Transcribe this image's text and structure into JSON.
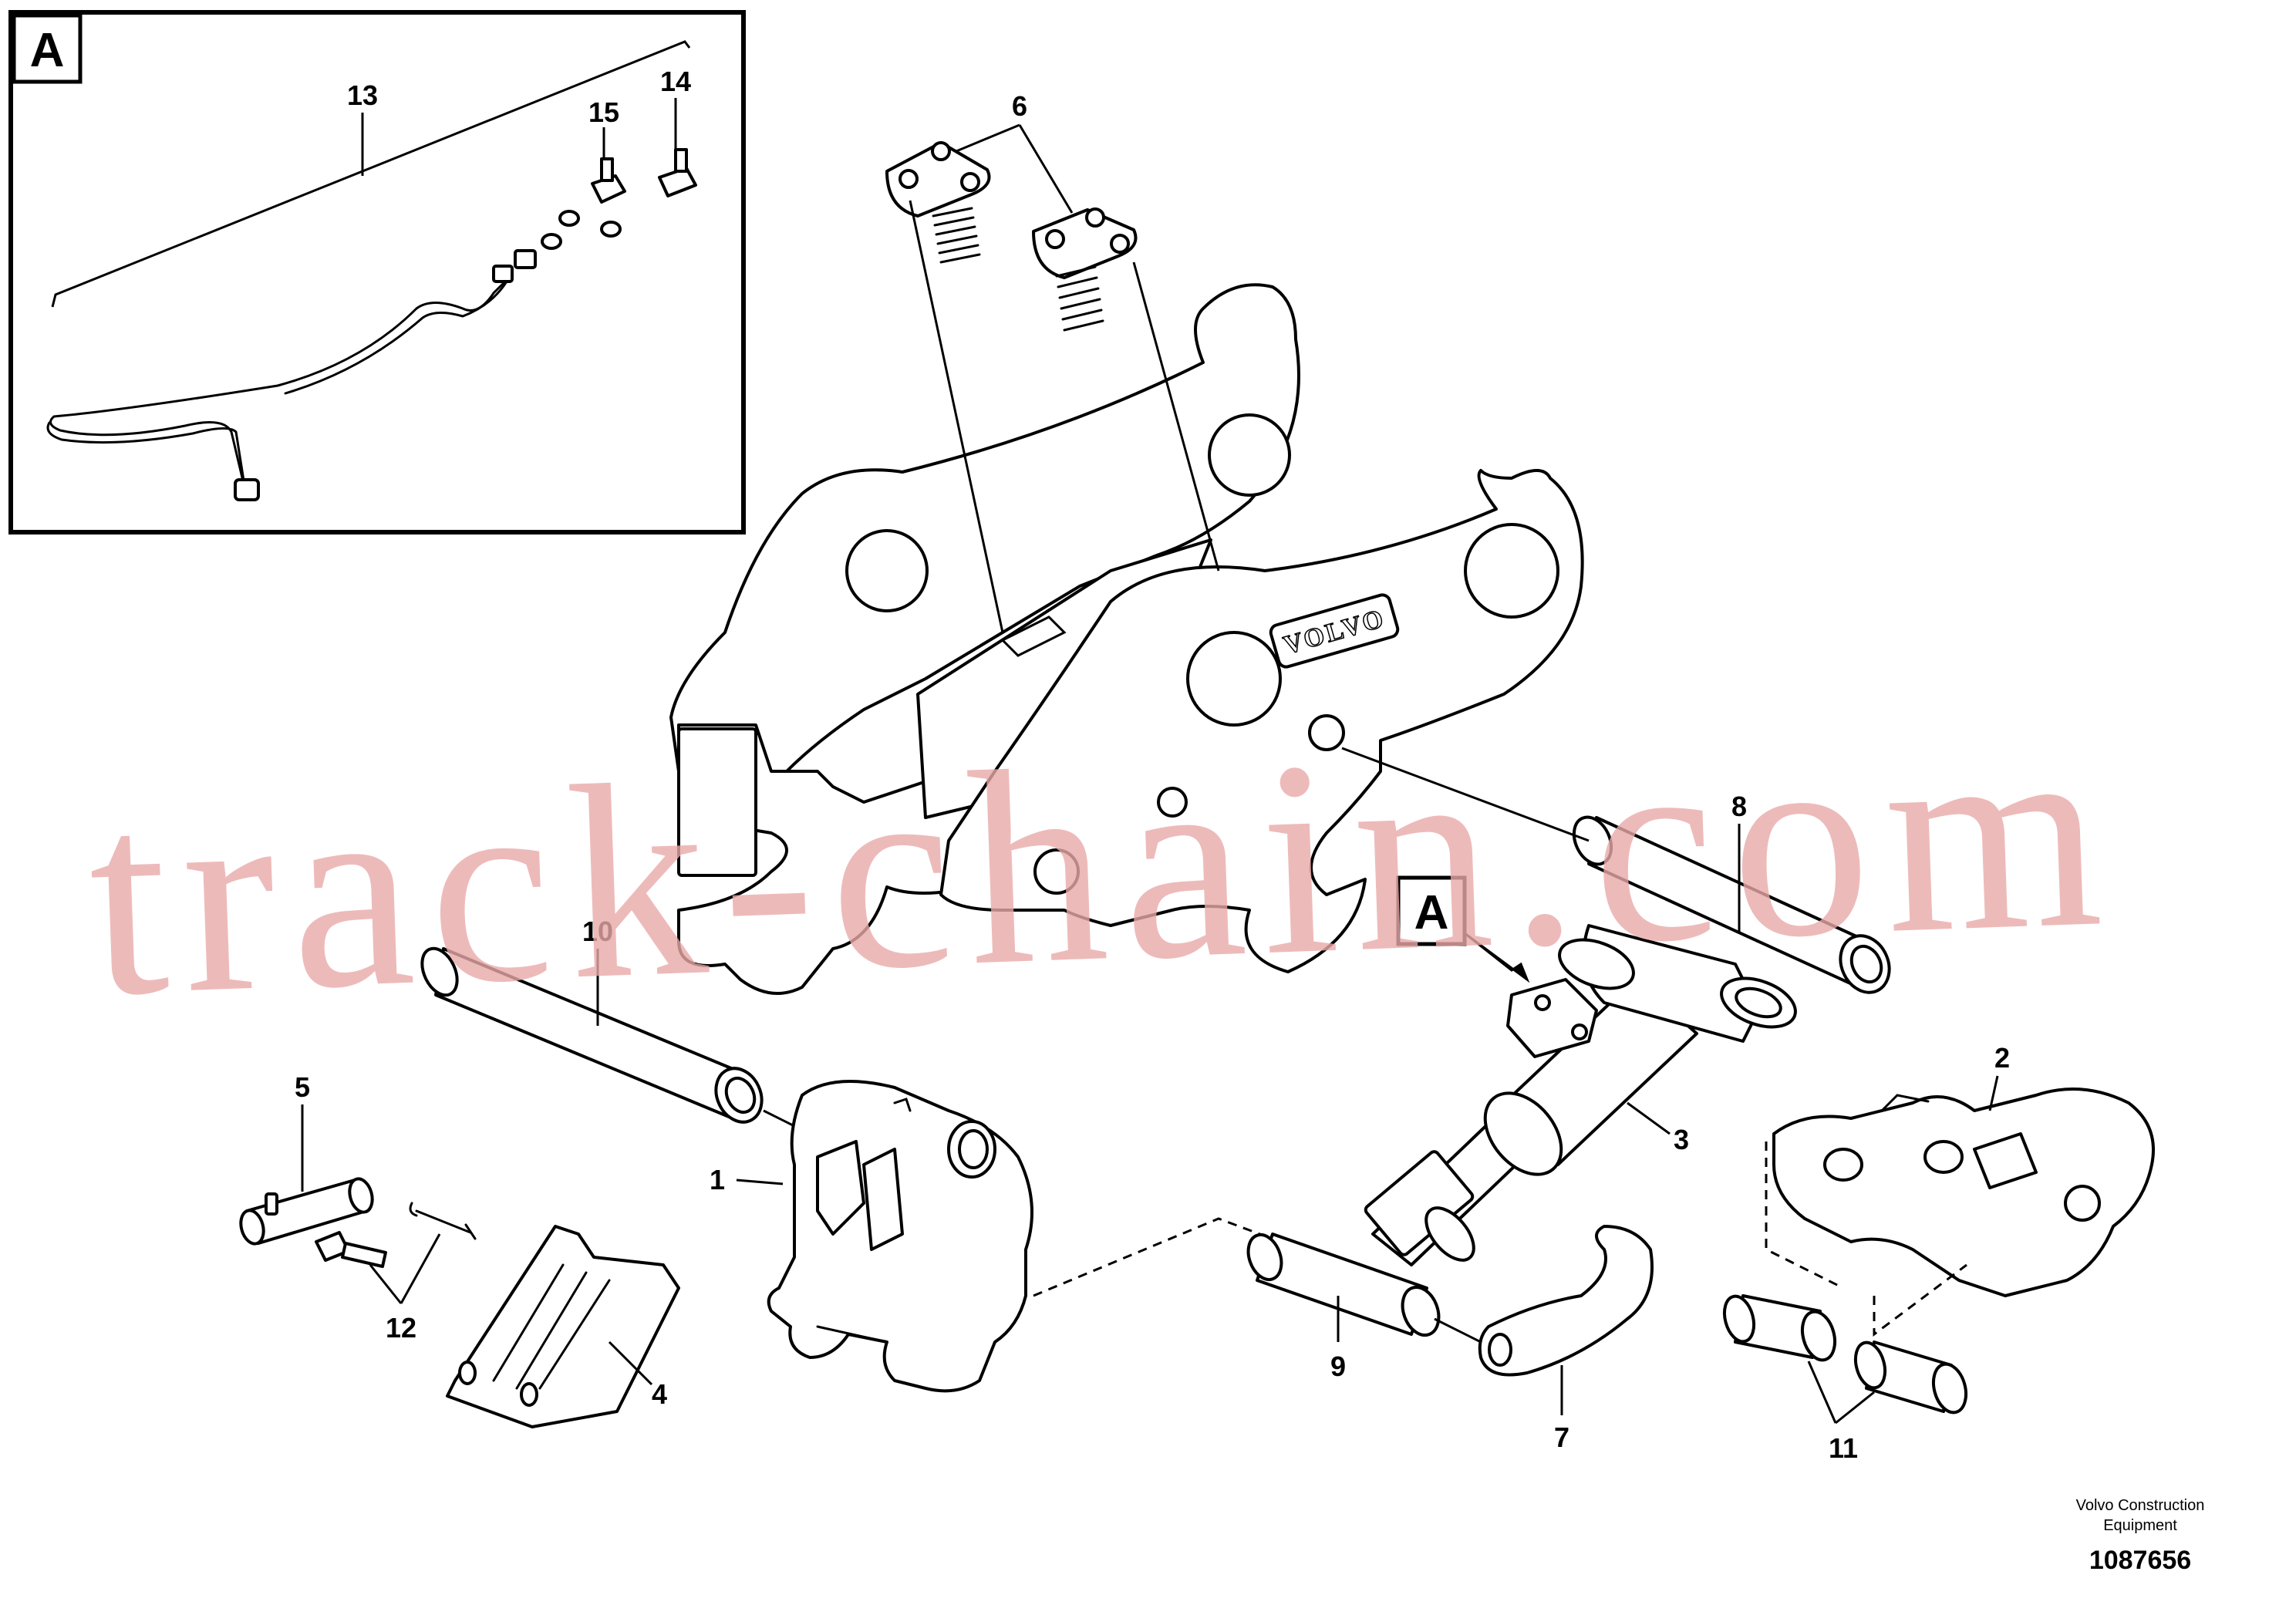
{
  "inset": {
    "letter": "A"
  },
  "callout": {
    "letter": "A"
  },
  "parts": [
    {
      "label": "1"
    },
    {
      "label": "2"
    },
    {
      "label": "3"
    },
    {
      "label": "4"
    },
    {
      "label": "5"
    },
    {
      "label": "6"
    },
    {
      "label": "7"
    },
    {
      "label": "8"
    },
    {
      "label": "9"
    },
    {
      "label": "10"
    },
    {
      "label": "11"
    },
    {
      "label": "12"
    },
    {
      "label": "13"
    },
    {
      "label": "14"
    },
    {
      "label": "15"
    }
  ],
  "brand_plate": "VOLVO",
  "footer": {
    "line1": "Volvo Construction",
    "line2": "Equipment",
    "doc_number": "1087656"
  },
  "watermark": "track-chain.com"
}
